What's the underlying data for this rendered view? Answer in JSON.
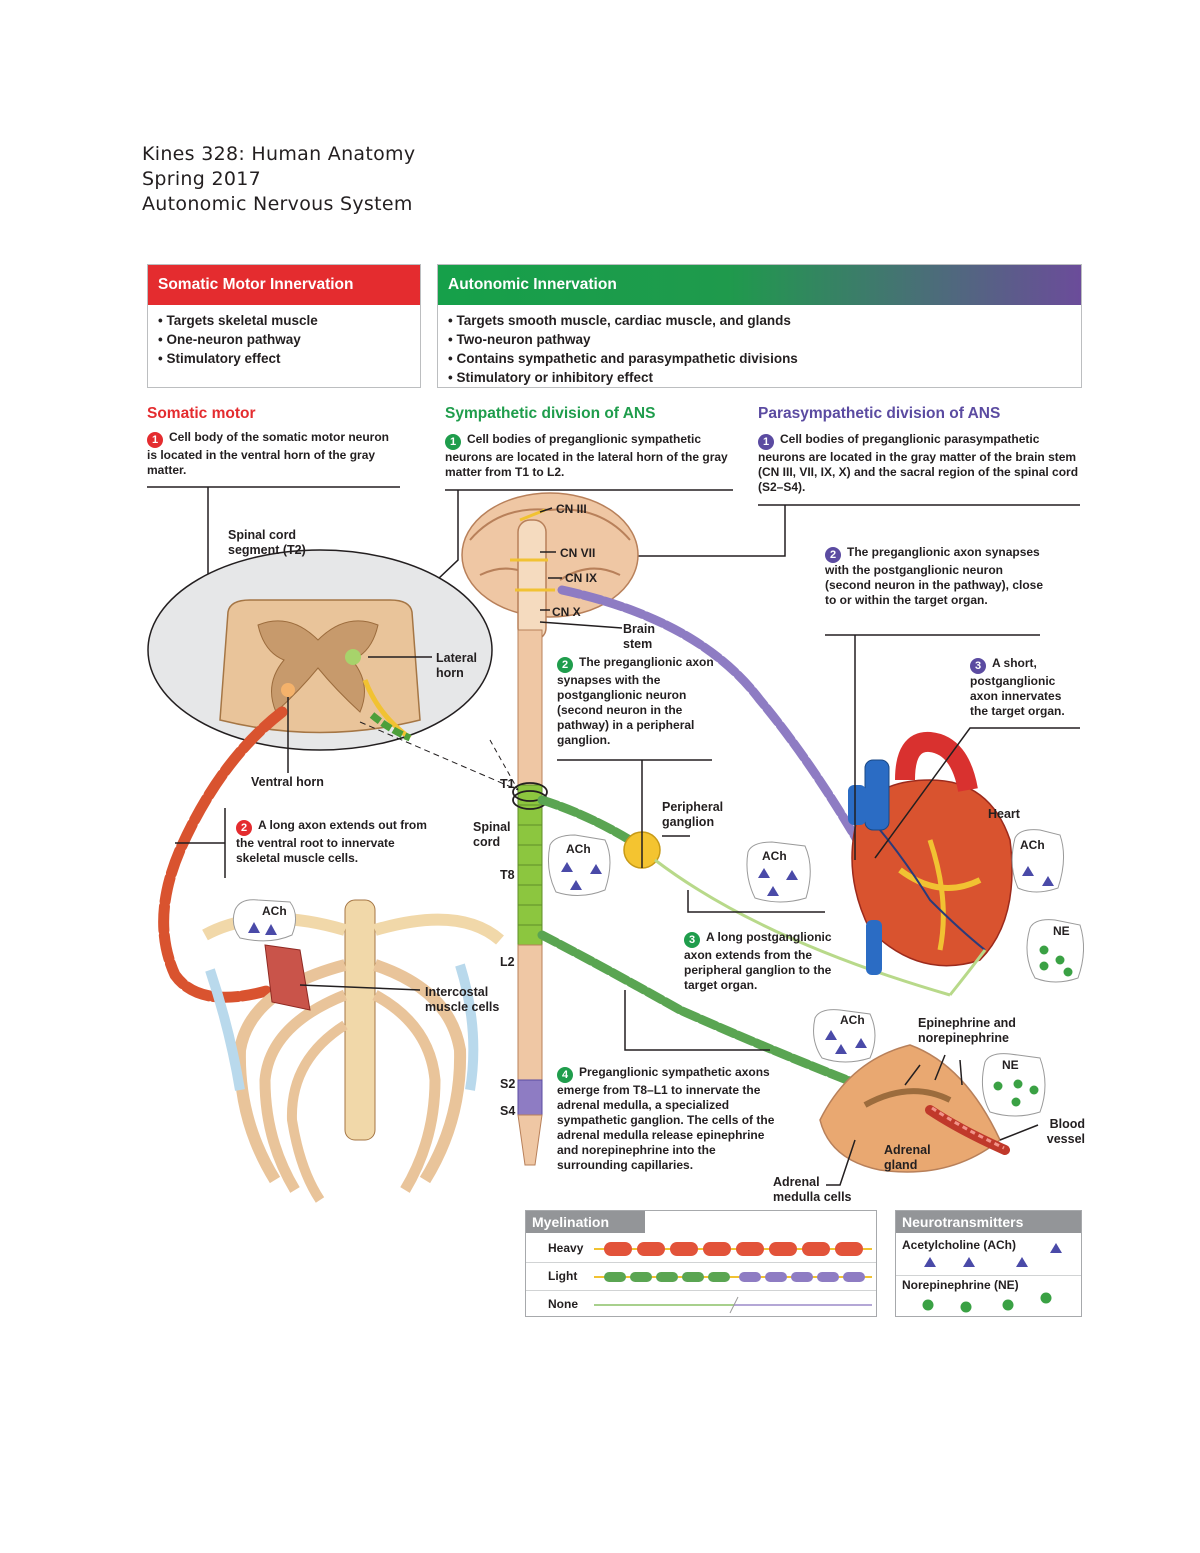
{
  "document": {
    "title_lines": [
      "Kines 328: Human Anatomy",
      "Spring 2017",
      "Autonomic Nervous System"
    ]
  },
  "summary": {
    "somatic": {
      "header": "Somatic Motor Innervation",
      "bullets": [
        "• Targets skeletal muscle",
        "• One-neuron pathway",
        "• Stimulatory effect"
      ]
    },
    "autonomic": {
      "header": "Autonomic Innervation",
      "bullets": [
        "• Targets smooth muscle, cardiac muscle, and glands",
        "• Two-neuron pathway",
        "• Contains sympathetic and parasympathetic divisions",
        "• Stimulatory or inhibitory effect"
      ]
    }
  },
  "sections": {
    "somatic_motor": "Somatic motor",
    "sympathetic": "Sympathetic division of ANS",
    "parasympathetic": "Parasympathetic division of ANS"
  },
  "steps": {
    "somatic_1": {
      "num": "1",
      "text": "Cell body of the somatic motor neuron is located in the ventral horn of the gray matter."
    },
    "somatic_2": {
      "num": "2",
      "text": "A long axon extends out from the ventral root to innervate skeletal muscle cells."
    },
    "symp_1": {
      "num": "1",
      "text": "Cell bodies of preganglionic sympathetic neurons are located in the lateral horn of the gray matter from T1 to L2."
    },
    "symp_2": {
      "num": "2",
      "text": "The preganglionic axon synapses with the postganglionic neuron (second neuron in the pathway) in a peripheral ganglion."
    },
    "symp_3": {
      "num": "3",
      "text": "A long postganglionic axon extends from the peripheral ganglion to the target organ."
    },
    "symp_4": {
      "num": "4",
      "text": "Preganglionic sympathetic axons emerge from T8–L1 to innervate the adrenal medulla, a specialized sympathetic ganglion. The cells of the adrenal medulla release epinephrine and norepinephrine into the surrounding capillaries."
    },
    "para_1": {
      "num": "1",
      "text": "Cell bodies of preganglionic parasympathetic neurons are located in the gray matter of the brain stem (CN III, VII, IX, X) and the sacral region of the spinal cord (S2–S4)."
    },
    "para_2": {
      "num": "2",
      "text": "The preganglionic axon synapses with the postganglionic neuron (second neuron in the pathway), close to or within the target organ."
    },
    "para_3": {
      "num": "3",
      "text": "A short, postganglionic axon innervates the target organ."
    }
  },
  "labels": {
    "spinal_cord_segment": "Spinal cord segment (T2)",
    "lateral_horn": "Lateral horn",
    "ventral_horn": "Ventral horn",
    "intercostal": "Intercostal muscle cells",
    "cn3": "CN III",
    "cn7": "CN VII",
    "cn9": "CN IX",
    "cn10": "CN X",
    "brain_stem": "Brain stem",
    "t1": "T1",
    "t8": "T8",
    "l2": "L2",
    "s2": "S2",
    "s4": "S4",
    "spinal_cord": "Spinal cord",
    "peripheral_ganglion": "Peripheral ganglion",
    "heart": "Heart",
    "epi_norepi": "Epinephrine and norepinephrine",
    "blood_vessel": "Blood vessel",
    "adrenal_gland": "Adrenal gland",
    "adrenal_medulla_cells": "Adrenal medulla cells",
    "ach": "ACh",
    "ne": "NE"
  },
  "legend": {
    "myelination": {
      "header": "Myelination",
      "rows": [
        "Heavy",
        "Light",
        "None"
      ]
    },
    "neurotransmitters": {
      "header": "Neurotransmitters",
      "ach": "Acetylcholine (ACh)",
      "ne": "Norepinephrine (NE)"
    }
  },
  "colors": {
    "somatic_red": "#e42c2f",
    "autonomic_green": "#1f9d4c",
    "autonomic_purple": "#6b4c9a",
    "symp_green": "#2f9e44",
    "para_purple": "#5b4ba1",
    "ach_triangle": "#4a4aa8",
    "ne_dot": "#3aa144",
    "myelin_heavy": "#e2533a",
    "myelin_light_green": "#5aa552",
    "myelin_light_purple": "#8e7cc3"
  }
}
